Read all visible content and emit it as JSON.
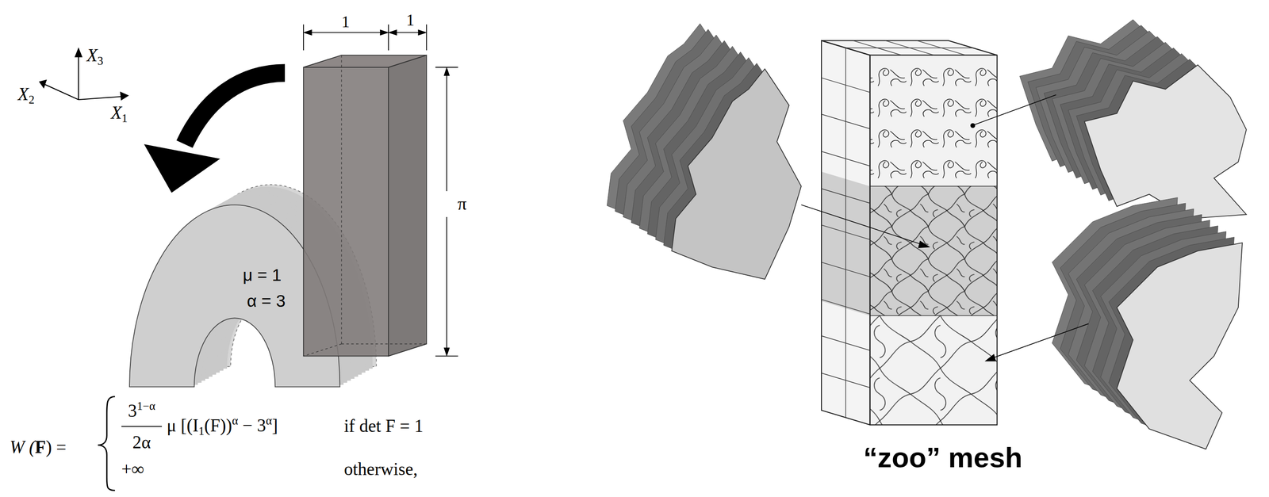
{
  "diagram": {
    "labels": [
      "1",
      "1",
      "π",
      "X",
      "3",
      "X",
      "2",
      "X",
      "1",
      "μ = 1",
      "α = 3",
      "W (",
      "F",
      ") =",
      "3",
      "1−α",
      "2α",
      "μ [(I",
      "1",
      "(F))",
      "α",
      "− 3",
      "α",
      "]",
      "if det F = 1",
      "+∞",
      "otherwise,",
      "“zoo” mesh"
    ]
  }
}
